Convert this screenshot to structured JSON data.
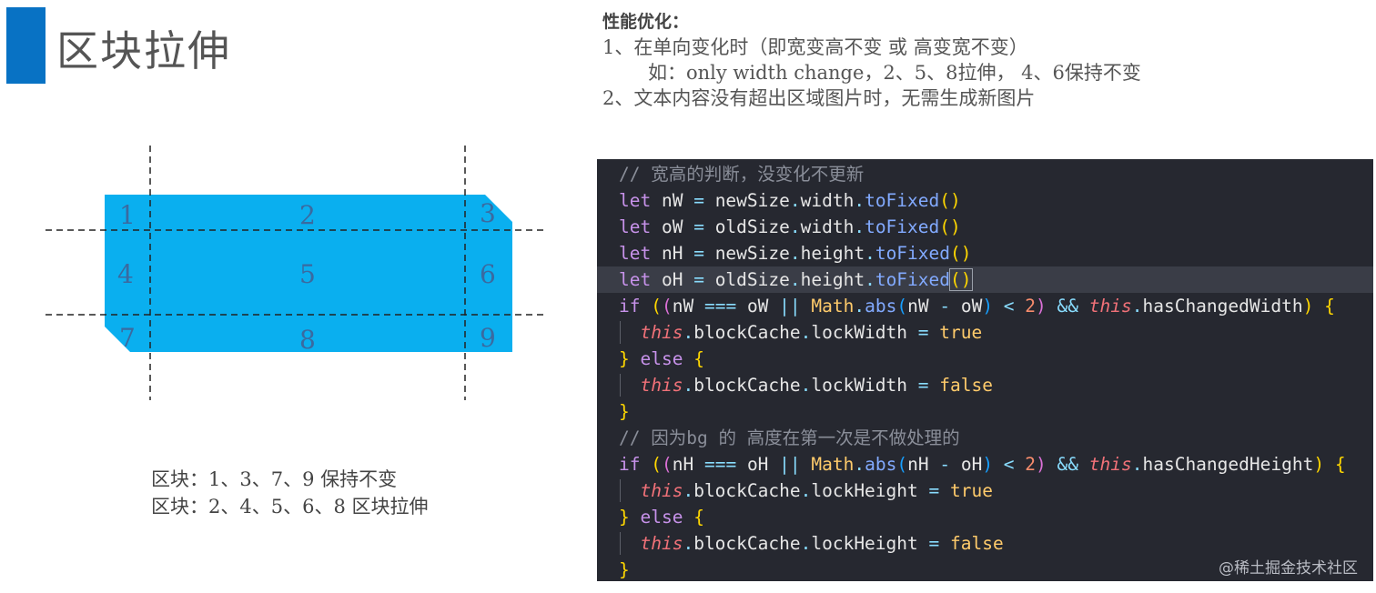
{
  "slide": {
    "title": "区块拉伸"
  },
  "diagram": {
    "fill_color": "#0aafef",
    "blocks": [
      "1",
      "2",
      "3",
      "4",
      "5",
      "6",
      "7",
      "8",
      "9"
    ]
  },
  "legend": {
    "line1": "区块：1、3、7、9 保持不变",
    "line2": "区块：2、4、5、6、8 区块拉伸"
  },
  "notes": {
    "heading": "性能优化：",
    "item1": "1、在单向变化时（即宽变高不变 或 高变宽不变）",
    "item1_example": "如：only width change，2、5、8拉伸， 4、6保持不变",
    "item2": "2、文本内容没有超出区域图片时，无需生成新图片"
  },
  "code": {
    "background": "#262830",
    "lines": [
      [
        [
          "t-com",
          "// 宽高的判断，没变化不更新"
        ]
      ],
      [
        [
          "t-kw",
          "let "
        ],
        [
          "t-ident",
          "nW "
        ],
        [
          "t-op",
          "= "
        ],
        [
          "t-ident",
          "newSize"
        ],
        [
          "t-dot",
          "."
        ],
        [
          "t-prop",
          "width"
        ],
        [
          "t-dot",
          "."
        ],
        [
          "t-fn",
          "toFixed"
        ],
        [
          "t-p1",
          "()"
        ]
      ],
      [
        [
          "t-kw",
          "let "
        ],
        [
          "t-ident",
          "oW "
        ],
        [
          "t-op",
          "= "
        ],
        [
          "t-ident",
          "oldSize"
        ],
        [
          "t-dot",
          "."
        ],
        [
          "t-prop",
          "width"
        ],
        [
          "t-dot",
          "."
        ],
        [
          "t-fn",
          "toFixed"
        ],
        [
          "t-p1",
          "()"
        ]
      ],
      [
        [
          "t-kw",
          "let "
        ],
        [
          "t-ident",
          "nH "
        ],
        [
          "t-op",
          "= "
        ],
        [
          "t-ident",
          "newSize"
        ],
        [
          "t-dot",
          "."
        ],
        [
          "t-prop",
          "height"
        ],
        [
          "t-dot",
          "."
        ],
        [
          "t-fn",
          "toFixed"
        ],
        [
          "t-p1",
          "()"
        ]
      ],
      [
        [
          "t-kw",
          "let "
        ],
        [
          "t-ident",
          "oH "
        ],
        [
          "t-op",
          "= "
        ],
        [
          "t-ident",
          "oldSize"
        ],
        [
          "t-dot",
          "."
        ],
        [
          "t-prop",
          "height"
        ],
        [
          "t-dot",
          "."
        ],
        [
          "t-fn",
          "toFixed"
        ],
        [
          "t-p1 bracket-box",
          "()"
        ]
      ],
      [
        [
          "t-kw",
          "if "
        ],
        [
          "t-p1",
          "("
        ],
        [
          "t-p2",
          "("
        ],
        [
          "t-ident",
          "nW "
        ],
        [
          "t-op",
          "=== "
        ],
        [
          "t-ident",
          "oW "
        ],
        [
          "t-op",
          "|| "
        ],
        [
          "t-cls",
          "Math"
        ],
        [
          "t-dot",
          "."
        ],
        [
          "t-fn",
          "abs"
        ],
        [
          "t-p3",
          "("
        ],
        [
          "t-ident",
          "nW "
        ],
        [
          "t-op",
          "- "
        ],
        [
          "t-ident",
          "oW"
        ],
        [
          "t-p3",
          ")"
        ],
        [
          "t-op",
          " < "
        ],
        [
          "t-num",
          "2"
        ],
        [
          "t-p2",
          ")"
        ],
        [
          "t-op",
          " && "
        ],
        [
          "t-this",
          "this"
        ],
        [
          "t-dot",
          "."
        ],
        [
          "t-prop",
          "hasChangedWidth"
        ],
        [
          "t-p1",
          ")"
        ],
        [
          "t-ident",
          " "
        ],
        [
          "t-p1",
          "{"
        ]
      ],
      [
        [
          "t-ident",
          "  "
        ],
        [
          "t-this",
          "this"
        ],
        [
          "t-dot",
          "."
        ],
        [
          "t-prop",
          "blockCache"
        ],
        [
          "t-dot",
          "."
        ],
        [
          "t-prop",
          "lockWidth "
        ],
        [
          "t-op",
          "= "
        ],
        [
          "t-bool",
          "true"
        ]
      ],
      [
        [
          "t-p1",
          "} "
        ],
        [
          "t-kw",
          "else "
        ],
        [
          "t-p1",
          "{"
        ]
      ],
      [
        [
          "t-ident",
          "  "
        ],
        [
          "t-this",
          "this"
        ],
        [
          "t-dot",
          "."
        ],
        [
          "t-prop",
          "blockCache"
        ],
        [
          "t-dot",
          "."
        ],
        [
          "t-prop",
          "lockWidth "
        ],
        [
          "t-op",
          "= "
        ],
        [
          "t-bool",
          "false"
        ]
      ],
      [
        [
          "t-p1",
          "}"
        ]
      ],
      [
        [
          "t-com",
          "// 因为bg 的 高度在第一次是不做处理的"
        ]
      ],
      [
        [
          "t-kw",
          "if "
        ],
        [
          "t-p1",
          "("
        ],
        [
          "t-p2",
          "("
        ],
        [
          "t-ident",
          "nH "
        ],
        [
          "t-op",
          "=== "
        ],
        [
          "t-ident",
          "oH "
        ],
        [
          "t-op",
          "|| "
        ],
        [
          "t-cls",
          "Math"
        ],
        [
          "t-dot",
          "."
        ],
        [
          "t-fn",
          "abs"
        ],
        [
          "t-p3",
          "("
        ],
        [
          "t-ident",
          "nH "
        ],
        [
          "t-op",
          "- "
        ],
        [
          "t-ident",
          "oH"
        ],
        [
          "t-p3",
          ")"
        ],
        [
          "t-op",
          " < "
        ],
        [
          "t-num",
          "2"
        ],
        [
          "t-p2",
          ")"
        ],
        [
          "t-op",
          " && "
        ],
        [
          "t-this",
          "this"
        ],
        [
          "t-dot",
          "."
        ],
        [
          "t-prop",
          "hasChangedHeight"
        ],
        [
          "t-p1",
          ")"
        ],
        [
          "t-ident",
          " "
        ],
        [
          "t-p1",
          "{"
        ]
      ],
      [
        [
          "t-ident",
          "  "
        ],
        [
          "t-this",
          "this"
        ],
        [
          "t-dot",
          "."
        ],
        [
          "t-prop",
          "blockCache"
        ],
        [
          "t-dot",
          "."
        ],
        [
          "t-prop",
          "lockHeight "
        ],
        [
          "t-op",
          "= "
        ],
        [
          "t-bool",
          "true"
        ]
      ],
      [
        [
          "t-p1",
          "} "
        ],
        [
          "t-kw",
          "else "
        ],
        [
          "t-p1",
          "{"
        ]
      ],
      [
        [
          "t-ident",
          "  "
        ],
        [
          "t-this",
          "this"
        ],
        [
          "t-dot",
          "."
        ],
        [
          "t-prop",
          "blockCache"
        ],
        [
          "t-dot",
          "."
        ],
        [
          "t-prop",
          "lockHeight "
        ],
        [
          "t-op",
          "= "
        ],
        [
          "t-bool",
          "false"
        ]
      ],
      [
        [
          "t-p1",
          "}"
        ]
      ]
    ],
    "highlighted_line": 4
  },
  "watermark": "@稀土掘金技术社区"
}
